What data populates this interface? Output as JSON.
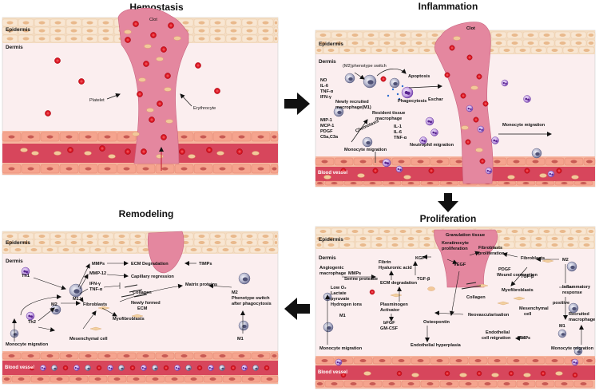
{
  "titles": {
    "hemostasis": "Hemostasis",
    "inflammation": "Inflammation",
    "proliferation": "Proliferation",
    "remodeling": "Remodeling"
  },
  "layers": {
    "epidermis": "Epidermis",
    "dermis": "Dermis",
    "blood_vessel": "Blood vessel"
  },
  "hemostasis": {
    "clot": "Clot",
    "platelet": "Platelet",
    "erythrocyte": "Erythrocyte"
  },
  "inflammation": {
    "clot": "Clot",
    "m2_switch": "(M2)phenotype switch",
    "apoptosis": "Apoptosis",
    "eschar": "Eschar",
    "phagocytosis": "Phagocytosis",
    "cytokines_m1": [
      "NO",
      "IL-6",
      "TNF-α",
      "IFN-γ"
    ],
    "newly_recruited": [
      "Newly recruited",
      "macrophage(M1)"
    ],
    "resident": [
      "Resident tissue",
      "macrophage"
    ],
    "chemokines": [
      "MIP-1",
      "MCP-1",
      "PDGF",
      "C5a,C3a"
    ],
    "chemotaxis": "Chemotaxis",
    "monocyte_migration_left": "Monocyte migration",
    "neutrophil_cytokines": [
      "IL-1",
      "IL-6",
      "TNF-α"
    ],
    "neutrophil_migration": "Neutrophil migration",
    "monocyte_migration_right": "Monocyte migration"
  },
  "proliferation": {
    "granulation": "Granulation tissue",
    "keratinocyte": [
      "Keratinocyte",
      "proliferation"
    ],
    "fibroblasts_prolif": [
      "Fibroblasts",
      "proliferation"
    ],
    "kgf": "KGF",
    "fibrin": [
      "Fibrin",
      "Hyaluronic acid"
    ],
    "vegf": "VEGF",
    "fibroblasts": "Fibroblasts",
    "m2": "M2",
    "pdgf": "PDGF",
    "wound_contraction": "Wound contraction",
    "angiogenic": [
      "Angiogenic",
      "macrophage"
    ],
    "mmps": "MMPs",
    "serine": "Serine protease",
    "ecm_degradation": "ECM degradation",
    "tgf_beta_left": "TGF-β",
    "tgf_beta_right": "TGF-β",
    "hypoxia": [
      "Low O₂",
      "Lactate",
      "pyruvate",
      "Hydrogen ions"
    ],
    "plasminogen": [
      "Plasminogen",
      "Activator"
    ],
    "collagen": "Collagen",
    "myofibroblasts": "Myofibroblasts",
    "inflammatory": [
      "Inflammatory",
      "response"
    ],
    "positive": "positive",
    "recruited": [
      "Recruited",
      "macrophage"
    ],
    "neovascularisation": "Neovascularisation",
    "mesenchymal": [
      "Mesenchymal",
      "cell"
    ],
    "m1_left": "M1",
    "m1_right": "M1",
    "bfgf": [
      "bFGF",
      "GM-CSF"
    ],
    "osteopontin": "Osteopontin",
    "endothelial_hyper": "Endothelial hyperplasia",
    "endothelial_mig": [
      "Endothelial",
      "cell migration"
    ],
    "mmps2": "MMPs",
    "monocyte_left": "Monocyte migration",
    "monocyte_right": "Monocyte migration"
  },
  "remodeling": {
    "th1": "Th1",
    "mmps": "MMPs",
    "ecm_degradation": "ECM Degradation",
    "timps": "TIMPs",
    "mmp12": "MMP-12",
    "capillary": "Capillary regression",
    "m1": "M1",
    "ifn": [
      "IFN-γ",
      "TNF-α"
    ],
    "matrix": "Matrix proteins",
    "collagen": "Collagen",
    "new_ecm": [
      "Newly formed",
      "ECM"
    ],
    "m2": "M2",
    "fibroblasts": "Fibroblasts",
    "myofibroblasts": "Myofibroblasts",
    "th2": "Th2",
    "m2_switch": [
      "M2",
      "Phenotype switch",
      "after phagocytosis"
    ],
    "mesenchymal": "Mesenchymal cell",
    "m1_right": "M1",
    "monocyte": "Monocyte migration"
  },
  "colors": {
    "epidermis": "#f3dcc2",
    "dermis": "#fbeeef",
    "clot": "#e4879f",
    "vessel": "#d7465c",
    "rbc": "#d7131f",
    "platelet": "#f2c89a",
    "macrophage": "#8d8fb0",
    "neutrophil": "#8d57c4",
    "phase_arrow": "#111111"
  }
}
